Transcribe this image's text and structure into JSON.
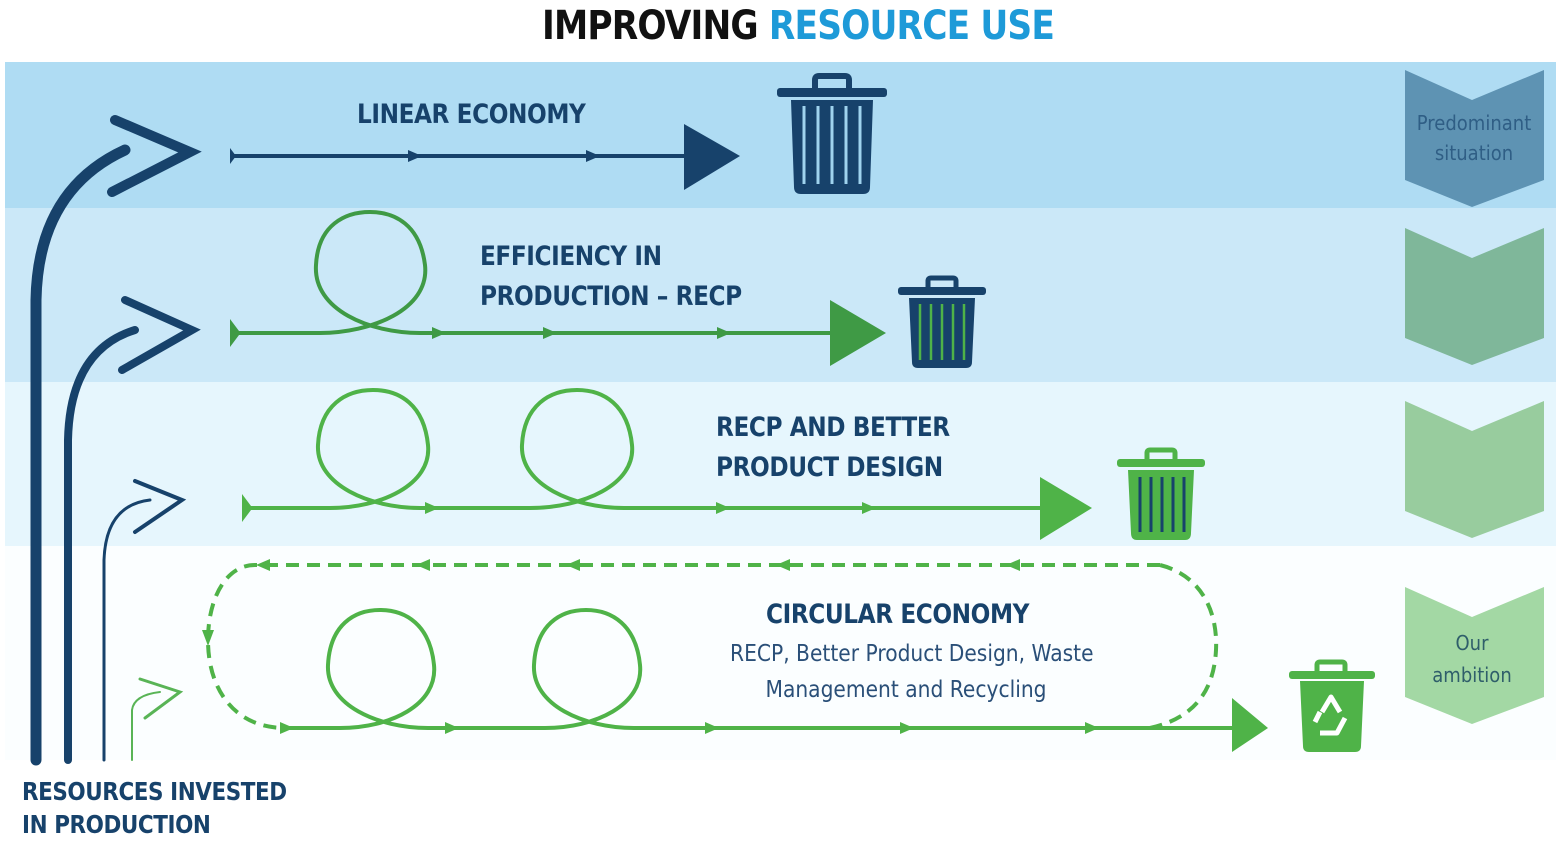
{
  "title": {
    "part1": "IMPROVING",
    "part2": "RESOURCE USE"
  },
  "colors": {
    "title_dark": "#111111",
    "title_accent": "#1e9ad8",
    "navy": "#17426b",
    "green": "#4fb348",
    "green_dark": "#3f9a45",
    "band1": "#afdcf3",
    "band2": "#cbe8f8",
    "band3": "#e6f6fd",
    "band4": "#fbfeff"
  },
  "rows": [
    {
      "id": "linear",
      "label_lines": [
        "LINEAR ECONOMY"
      ],
      "loops": 0,
      "bin": "trash-bin-navy"
    },
    {
      "id": "efficiency",
      "label_lines": [
        "EFFICIENCY IN",
        "PRODUCTION – RECP"
      ],
      "loops": 1,
      "bin": "trash-bin-navy-green-stripes"
    },
    {
      "id": "recp-design",
      "label_lines": [
        "RECP AND BETTER",
        "PRODUCT DESIGN"
      ],
      "loops": 2,
      "bin": "trash-bin-green"
    },
    {
      "id": "circular",
      "label_lines": [
        "CIRCULAR ECONOMY"
      ],
      "sublabel_lines": [
        "RECP, Better Product Design, Waste",
        "Management and Recycling"
      ],
      "loops": 2,
      "bin": "recycle-bin-green"
    }
  ],
  "side_chevrons": [
    {
      "label_lines": [
        "Predominant",
        "situation"
      ],
      "color": "#5e93b3",
      "text_color": "#2f5e85"
    },
    {
      "label_lines": [],
      "color": "#7fb79a"
    },
    {
      "label_lines": [],
      "color": "#98cc9e"
    },
    {
      "label_lines": [
        "Our",
        "ambition"
      ],
      "color": "#a3d8a4",
      "text_color": "#2f5e6a"
    }
  ],
  "resources_label": [
    "RESOURCES INVESTED",
    "IN PRODUCTION"
  ]
}
